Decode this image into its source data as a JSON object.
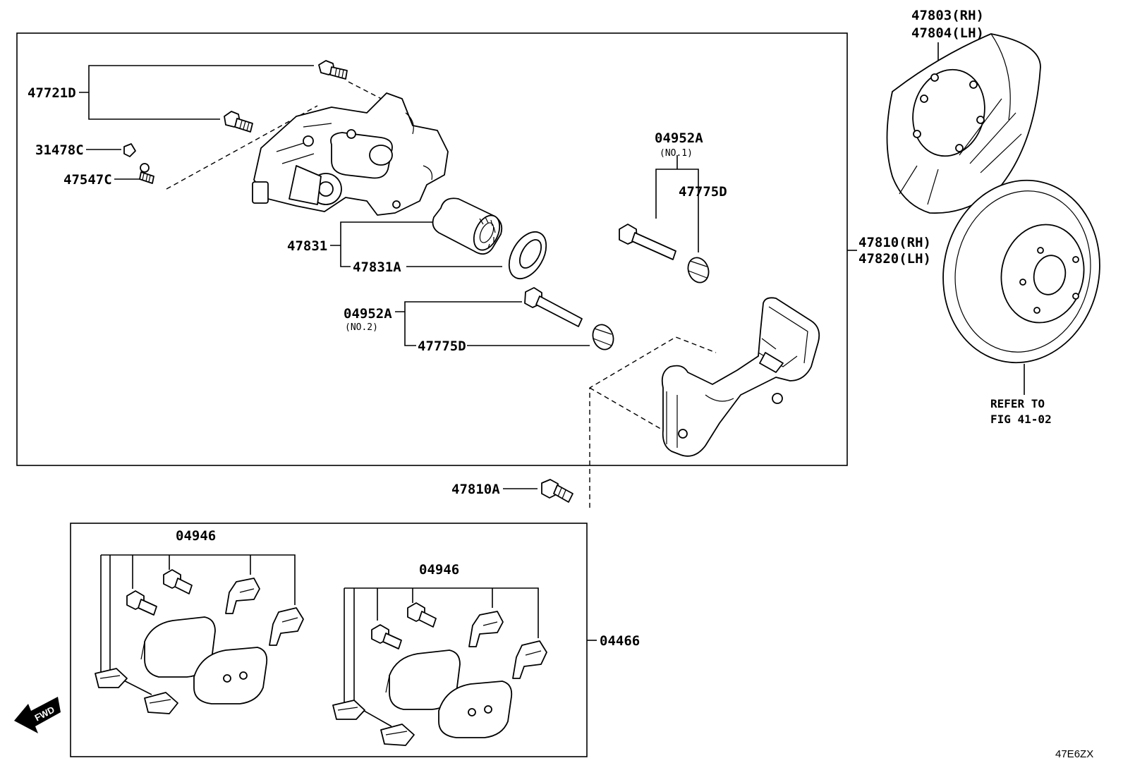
{
  "labels": {
    "p47721D": "47721D",
    "p31478C": "31478C",
    "p47547C": "47547C",
    "p47831": "47831",
    "p47831A": "47831A",
    "p04952A_1": "04952A",
    "p04952A_1_sub": "(NO.1)",
    "p47775D_1": "47775D",
    "p04952A_2": "04952A",
    "p04952A_2_sub": "(NO.2)",
    "p47775D_2": "47775D",
    "p47810_rh": "47810(RH)",
    "p47820_lh": "47820(LH)",
    "p47803_rh": "47803(RH)",
    "p47804_lh": "47804(LH)",
    "p47810A": "47810A",
    "p04946_left": "04946",
    "p04946_right": "04946",
    "p04466": "04466"
  },
  "refer": {
    "line1": "REFER TO",
    "line2": "FIG 41-02"
  },
  "fwd_label": "FWD",
  "diagram_code": "47E6ZX"
}
